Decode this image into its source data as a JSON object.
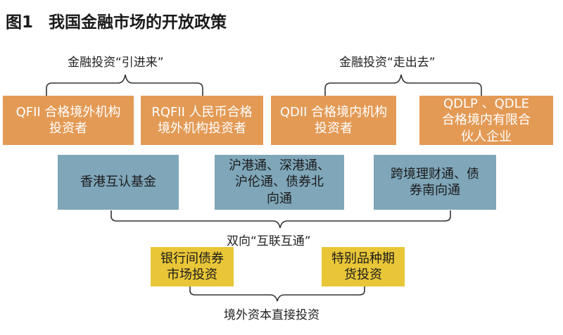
{
  "title": {
    "number": "图1",
    "text": "我国金融市场的开放政策"
  },
  "groups": {
    "bring_in": "金融投资“引进来”",
    "go_out": "金融投资“走出去”",
    "connect": "双向“互联互通”",
    "direct": "境外资本直接投资"
  },
  "boxes": {
    "qfii": [
      "QFII 合格境外机构",
      "投资者"
    ],
    "rqfii": [
      "RQFII 人民币合格",
      "境外机构投资者"
    ],
    "qdii": [
      "QDII 合格境内机构",
      "投资者"
    ],
    "qdlp": [
      "QDLP 、QDLE",
      "合格境内有限合",
      "伙人企业"
    ],
    "hk_fund": [
      "香港互认基金"
    ],
    "stock_connect": [
      "沪港通、深港通、",
      "沪伦通、债券北",
      "向通"
    ],
    "wealth_connect": [
      "跨境理财通、债",
      "券南向通"
    ],
    "interbank_bond": [
      "银行间债券",
      "市场投资"
    ],
    "futures": [
      "特别品种期",
      "货投资"
    ]
  },
  "colors": {
    "orange": "#e39a55",
    "blue": "#7fa6b9",
    "yellow": "#e9c637"
  }
}
